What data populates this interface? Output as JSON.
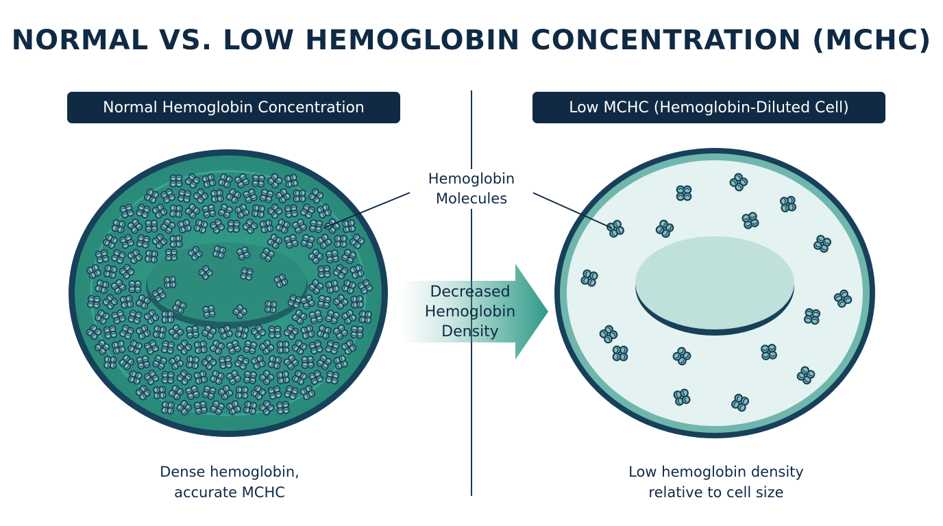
{
  "title": "NORMAL VS. LOW HEMOGLOBIN CONCENTRATION (MCHC)",
  "left_panel": {
    "label": "Normal Hemoglobin Concentration",
    "caption_line1": "Dense hemoglobin,",
    "caption_line2": "accurate MCHC"
  },
  "right_panel": {
    "label": "Low MCHC (Hemoglobin-Diluted Cell)",
    "caption_line1": "Low hemoglobin density",
    "caption_line2": "relative to cell size"
  },
  "callout": {
    "line1": "Hemoglobin",
    "line2": "Molecules"
  },
  "arrow": {
    "line1": "Decreased",
    "line2": "Hemoglobin",
    "line3": "Density"
  },
  "colors": {
    "navy": "#0f2a45",
    "dense_teal": "#2f9a88",
    "dense_teal_light": "#3aa896",
    "diluted_fill": "#e4f2f1",
    "diluted_rim": "#6fb7ad",
    "diluted_center": "#bfe0db",
    "molecule": "#1d3f5c"
  }
}
